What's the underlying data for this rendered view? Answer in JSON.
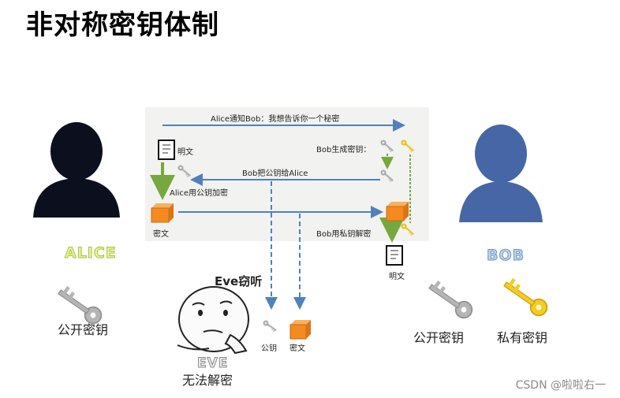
{
  "title": "非对称密钥体制",
  "actors": {
    "alice": "ALICE",
    "bob": "BOB",
    "eve": "EVE"
  },
  "messages": {
    "alice_to_bob": "Alice通知Bob：我想告诉你一个秘密",
    "bob_generates_keys": "Bob生成密钥：",
    "bob_sends_public_key": "Bob把公钥给Alice",
    "alice_encrypts": "Alice用公钥加密",
    "bob_decrypts": "Bob用私钥解密"
  },
  "labels": {
    "plaintext_alice": "明文",
    "ciphertext_alice": "密文",
    "plaintext_bob": "明文",
    "eve_public_key": "公钥",
    "eve_ciphertext": "密文",
    "eve_steals": "Eve窃听",
    "eve_cannot_decrypt": "无法解密"
  },
  "captions": {
    "alice_public_key": "公开密钥",
    "bob_public_key": "公开密钥",
    "bob_private_key": "私有密钥"
  },
  "watermark": "CSDN @啦啦右一",
  "colors": {
    "arrow_blue": "#4f81bd",
    "arrow_green": "#77a83f",
    "alice_person": "#0b0f1e",
    "bob_person": "#4666a6",
    "box_orange": "#f58a20",
    "key_gray": "#a9a9a9",
    "key_gold": "#f2c618"
  }
}
